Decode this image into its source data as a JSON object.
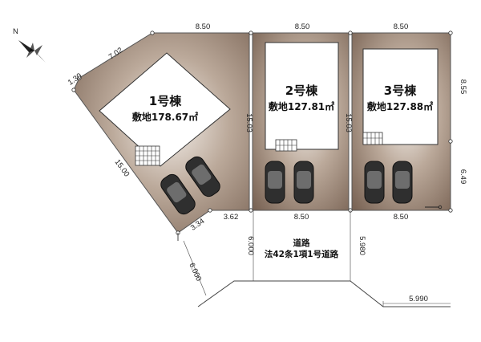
{
  "compass": {
    "north_label": "N"
  },
  "lots": [
    {
      "name": "1号棟",
      "area": "敷地178.67㎡"
    },
    {
      "name": "2号棟",
      "area": "敷地127.81㎡"
    },
    {
      "name": "3号棟",
      "area": "敷地127.88㎡"
    }
  ],
  "road": {
    "name": "道路",
    "law": "法42条1項1号道路"
  },
  "dimensions": {
    "top_lot1": "8.50",
    "top_lot2": "8.50",
    "top_lot3": "8.50",
    "diag_upper": "7.02",
    "corner_short": "1.30",
    "left_diag": "15.00",
    "bottom_corner": "3.34",
    "bottom_lot1": "3.62",
    "bottom_lot2": "8.50",
    "bottom_lot3": "8.50",
    "divider_1_2": "15.03",
    "divider_2_3": "15.03",
    "right_upper": "8.55",
    "right_lower": "6.49",
    "road_width_left": "6.000",
    "road_width_mid": "5.980",
    "road_width_diag": "6.000",
    "road_width_right": "5.990"
  },
  "colors": {
    "lot_fill": "#8c7767",
    "house_fill": "#ffffff",
    "car_fill": "#3a3a3a"
  }
}
